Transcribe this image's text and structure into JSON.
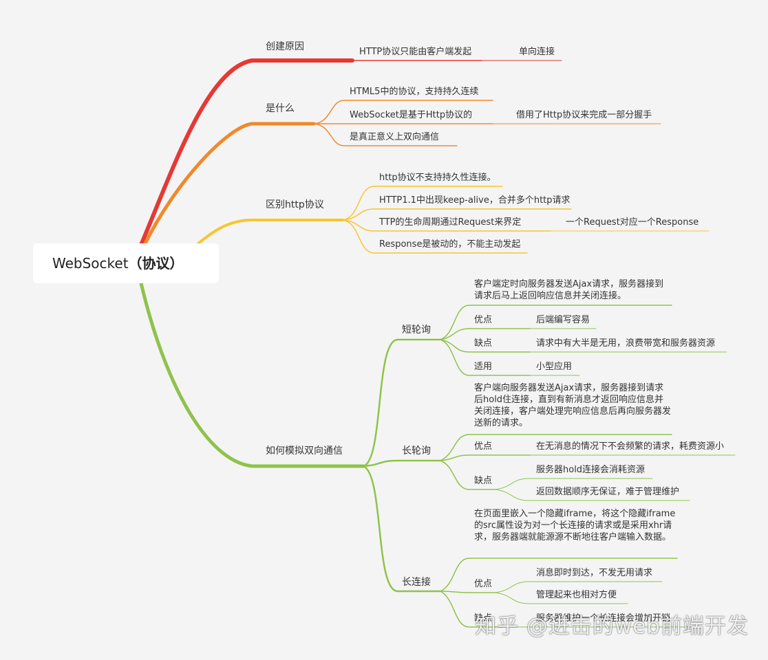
{
  "root": {
    "title": "WebSocket",
    "suffix": "（协议）"
  },
  "colors": {
    "red": "#e53935",
    "orange": "#f0892b",
    "yellow": "#f7c531",
    "green": "#8ec34b",
    "background": "#f4f4f4"
  },
  "branches": {
    "reason": {
      "label": "创建原因",
      "item": "HTTP协议只能由客户端发起",
      "note": "单向连接"
    },
    "what": {
      "label": "是什么",
      "items": [
        "HTML5中的协议，支持持久连续",
        "WebSocket是基于Http协议的",
        "是真正意义上双向通信"
      ],
      "note": "借用了Http协议来完成一部分握手"
    },
    "diff": {
      "label": "区别http协议",
      "items": [
        "http协议不支持持久性连接。",
        "HTTP1.1中出现keep-alive，合并多个http请求",
        "TTP的生命周期通过Request来界定",
        "Response是被动的，不能主动发起"
      ],
      "note": "一个Request对应一个Response"
    },
    "simulate": {
      "label": "如何模拟双向通信",
      "short": {
        "label": "短轮询",
        "desc": "客户端定时向服务器发送Ajax请求，服务器接到请求后马上返回响应信息并关闭连接。",
        "pros_label": "优点",
        "pros": "后端编写容易",
        "cons_label": "缺点",
        "cons": "请求中有大半是无用，浪费带宽和服务器资源",
        "use_label": "适用",
        "use": "小型应用"
      },
      "long": {
        "label": "长轮询",
        "desc": "客户端向服务器发送Ajax请求，服务器接到请求后hold住连接，直到有新消息才返回响应信息并关闭连接，客户端处理完响应信息后再向服务器发送新的请求。",
        "pros_label": "优点",
        "pros": "在无消息的情况下不会频繁的请求，耗费资源小",
        "cons_label": "缺点",
        "cons": [
          "服务器hold连接会消耗资源",
          "返回数据顺序无保证，难于管理维护"
        ]
      },
      "persistent": {
        "label": "长连接",
        "desc": "在页面里嵌入一个隐藏iframe，将这个隐藏iframe的src属性设为对一个长连接的请求或是采用xhr请求，服务器端就能源源不断地往客户端输入数据。",
        "pros_label": "优点",
        "pros": [
          "消息即时到达，不发无用请求",
          "管理起来也相对方便"
        ],
        "cons_label": "缺点",
        "cons": "服务器维护一个长连接会增加开销"
      }
    }
  },
  "watermark": "知乎 @进击的web前端开发"
}
